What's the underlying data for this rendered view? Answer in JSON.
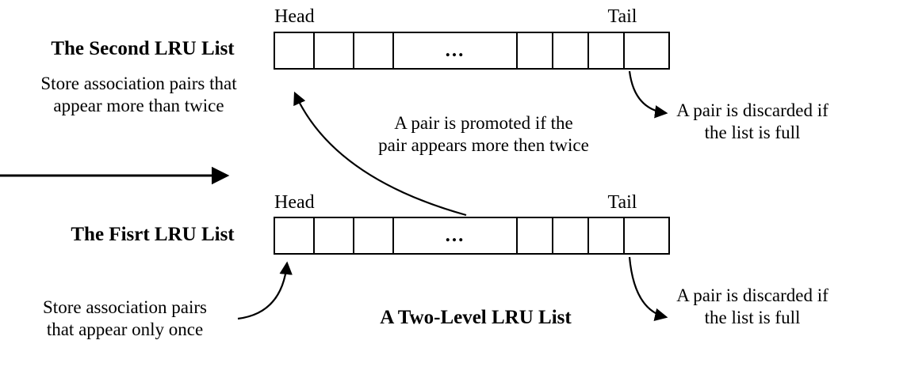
{
  "second_list": {
    "label": "The Second LRU List",
    "head": "Head",
    "tail": "Tail",
    "ellipsis": "...",
    "note": "Store association pairs that\nappear more than twice"
  },
  "first_list": {
    "label": "The Fisrt LRU List",
    "head": "Head",
    "tail": "Tail",
    "ellipsis": "...",
    "note": "Store association pairs\nthat appear only once"
  },
  "annotations": {
    "promotion": "A pair is promoted if the\npair appears more then twice",
    "discard_top": "A pair is discarded if\nthe list is full",
    "discard_bottom": "A pair is discarded if\nthe list is full",
    "title": "A Two-Level LRU List"
  },
  "colors": {
    "ink": "#000000",
    "background": "#ffffff"
  }
}
